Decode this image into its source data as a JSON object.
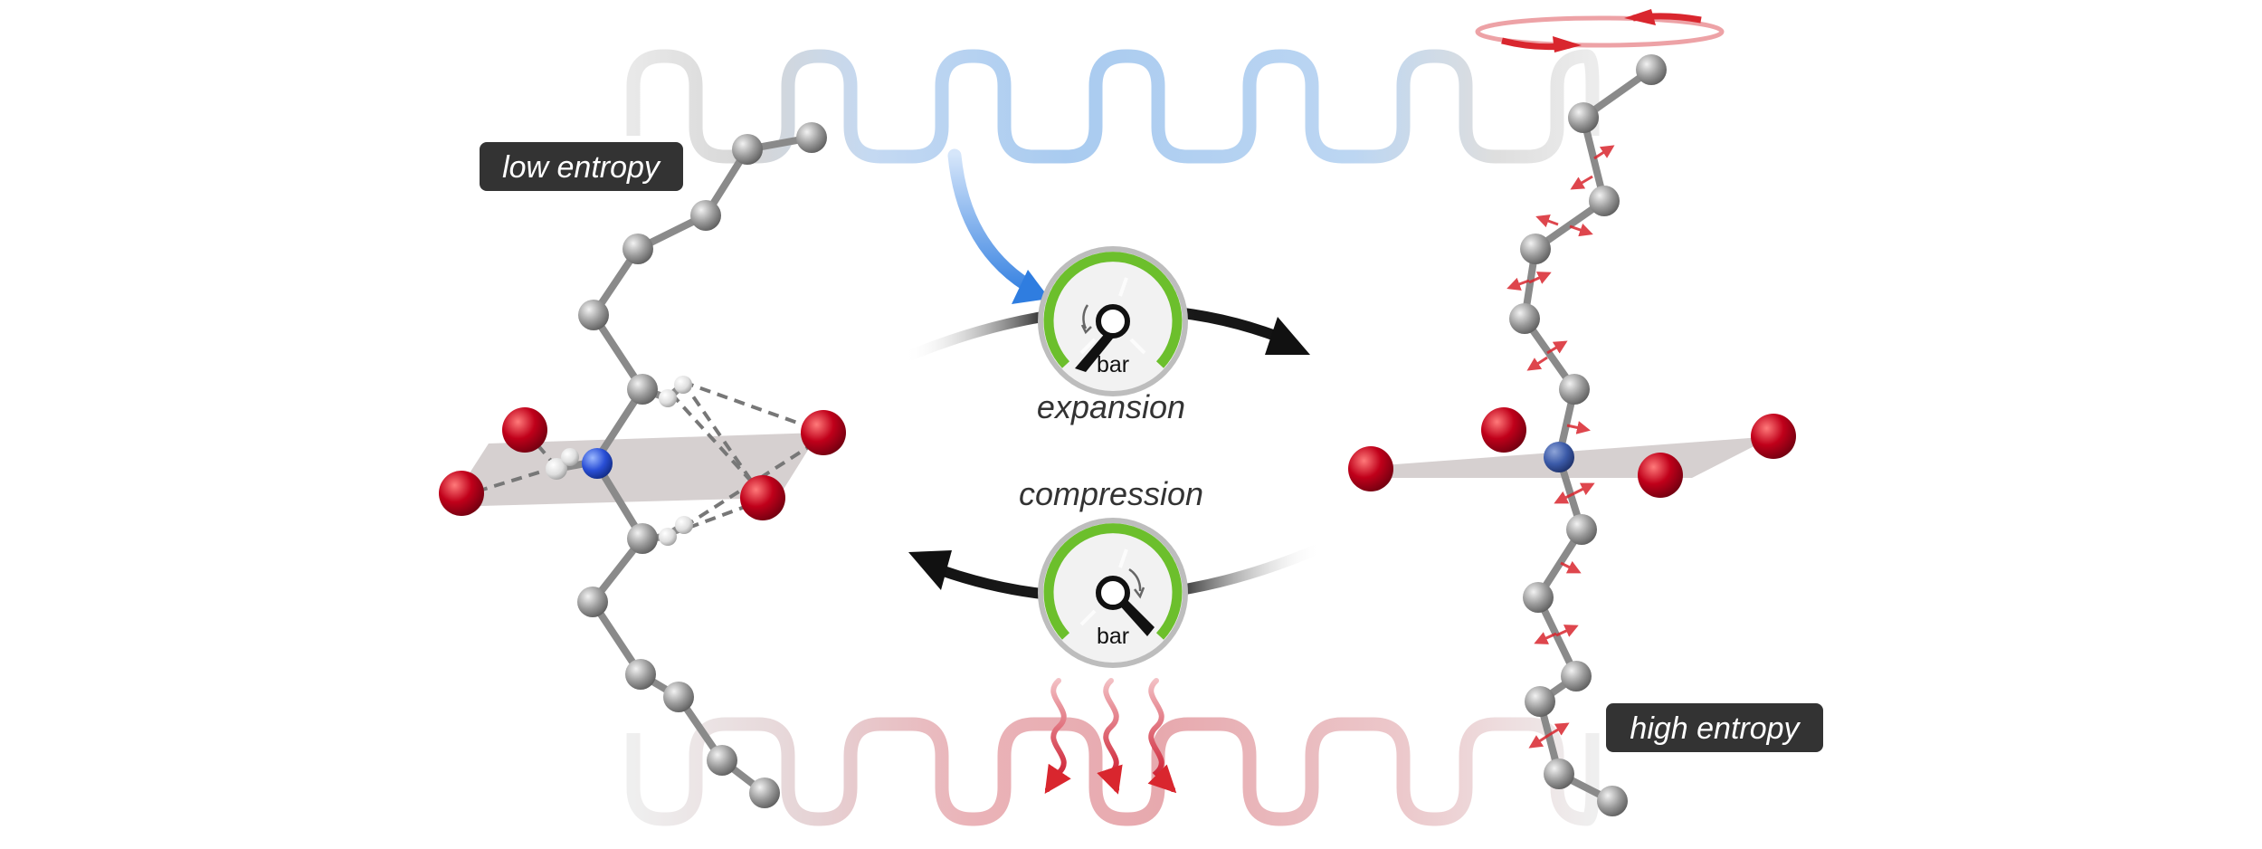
{
  "labels": {
    "low_entropy": "low entropy",
    "high_entropy": "high entropy",
    "expansion": "expansion",
    "compression": "compression"
  },
  "gauges": {
    "top": {
      "unit": "bar",
      "state": "low pressure"
    },
    "bottom": {
      "unit": "bar",
      "state": "high pressure"
    }
  },
  "colors": {
    "carbon": "#8a8a8a",
    "nitrogen": "#2a4fd6",
    "halogen": "#b3001b",
    "hydrogen": "#e6e6e6",
    "cool": "#4a90e2",
    "warm": "#d9262e",
    "arrow": "#111111",
    "tag_bg": "#333333"
  },
  "icons": [
    "rotation-arrows-icon",
    "heat-wave-icon",
    "pressure-gauge-icon"
  ]
}
